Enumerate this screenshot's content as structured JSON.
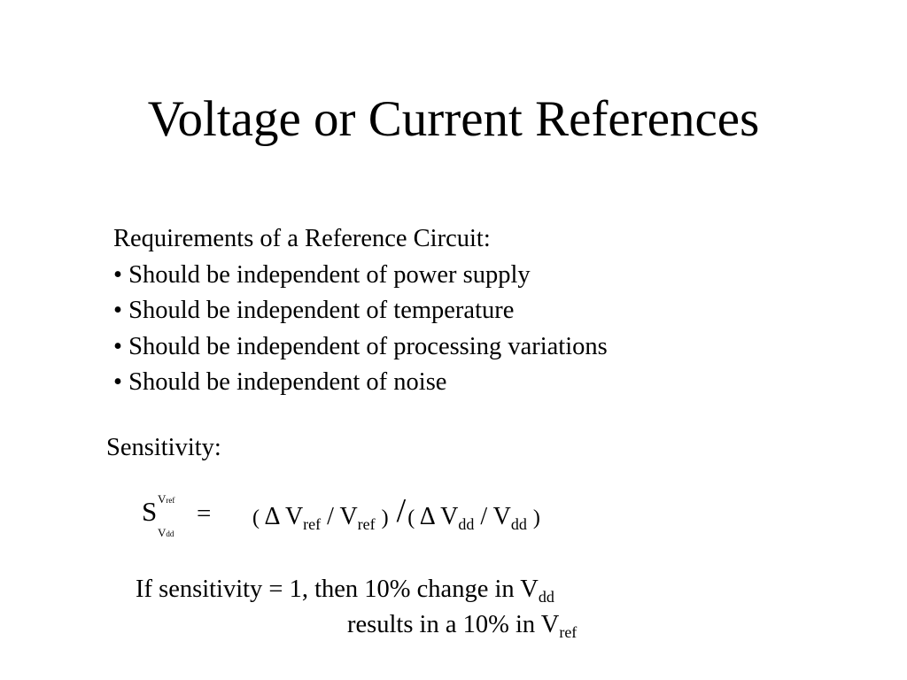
{
  "slide": {
    "title": "Voltage or Current References",
    "requirements": {
      "heading": "Requirements of a Reference Circuit:",
      "items": [
        "• Should be independent of power supply",
        "• Should be independent of temperature",
        "• Should be independent of processing variations",
        "• Should be independent of noise"
      ]
    },
    "sensitivity": {
      "label": "Sensitivity:",
      "formula": {
        "symbol": "S",
        "sup_main": "V",
        "sup_sub": "ref",
        "sub_main": "V",
        "sub_sub": "dd",
        "equals": "=",
        "open_paren": "(",
        "close_paren": ")",
        "delta": "Δ",
        "var": "V",
        "ref_sub": "ref",
        "dd_sub": "dd",
        "inner_slash": "/",
        "divide": "/"
      },
      "note": {
        "line1_text": "If sensitivity = 1, then 10% change in V",
        "line1_sub": "dd",
        "line2_text": "results in a 10% in V",
        "line2_sub": "ref"
      }
    }
  }
}
